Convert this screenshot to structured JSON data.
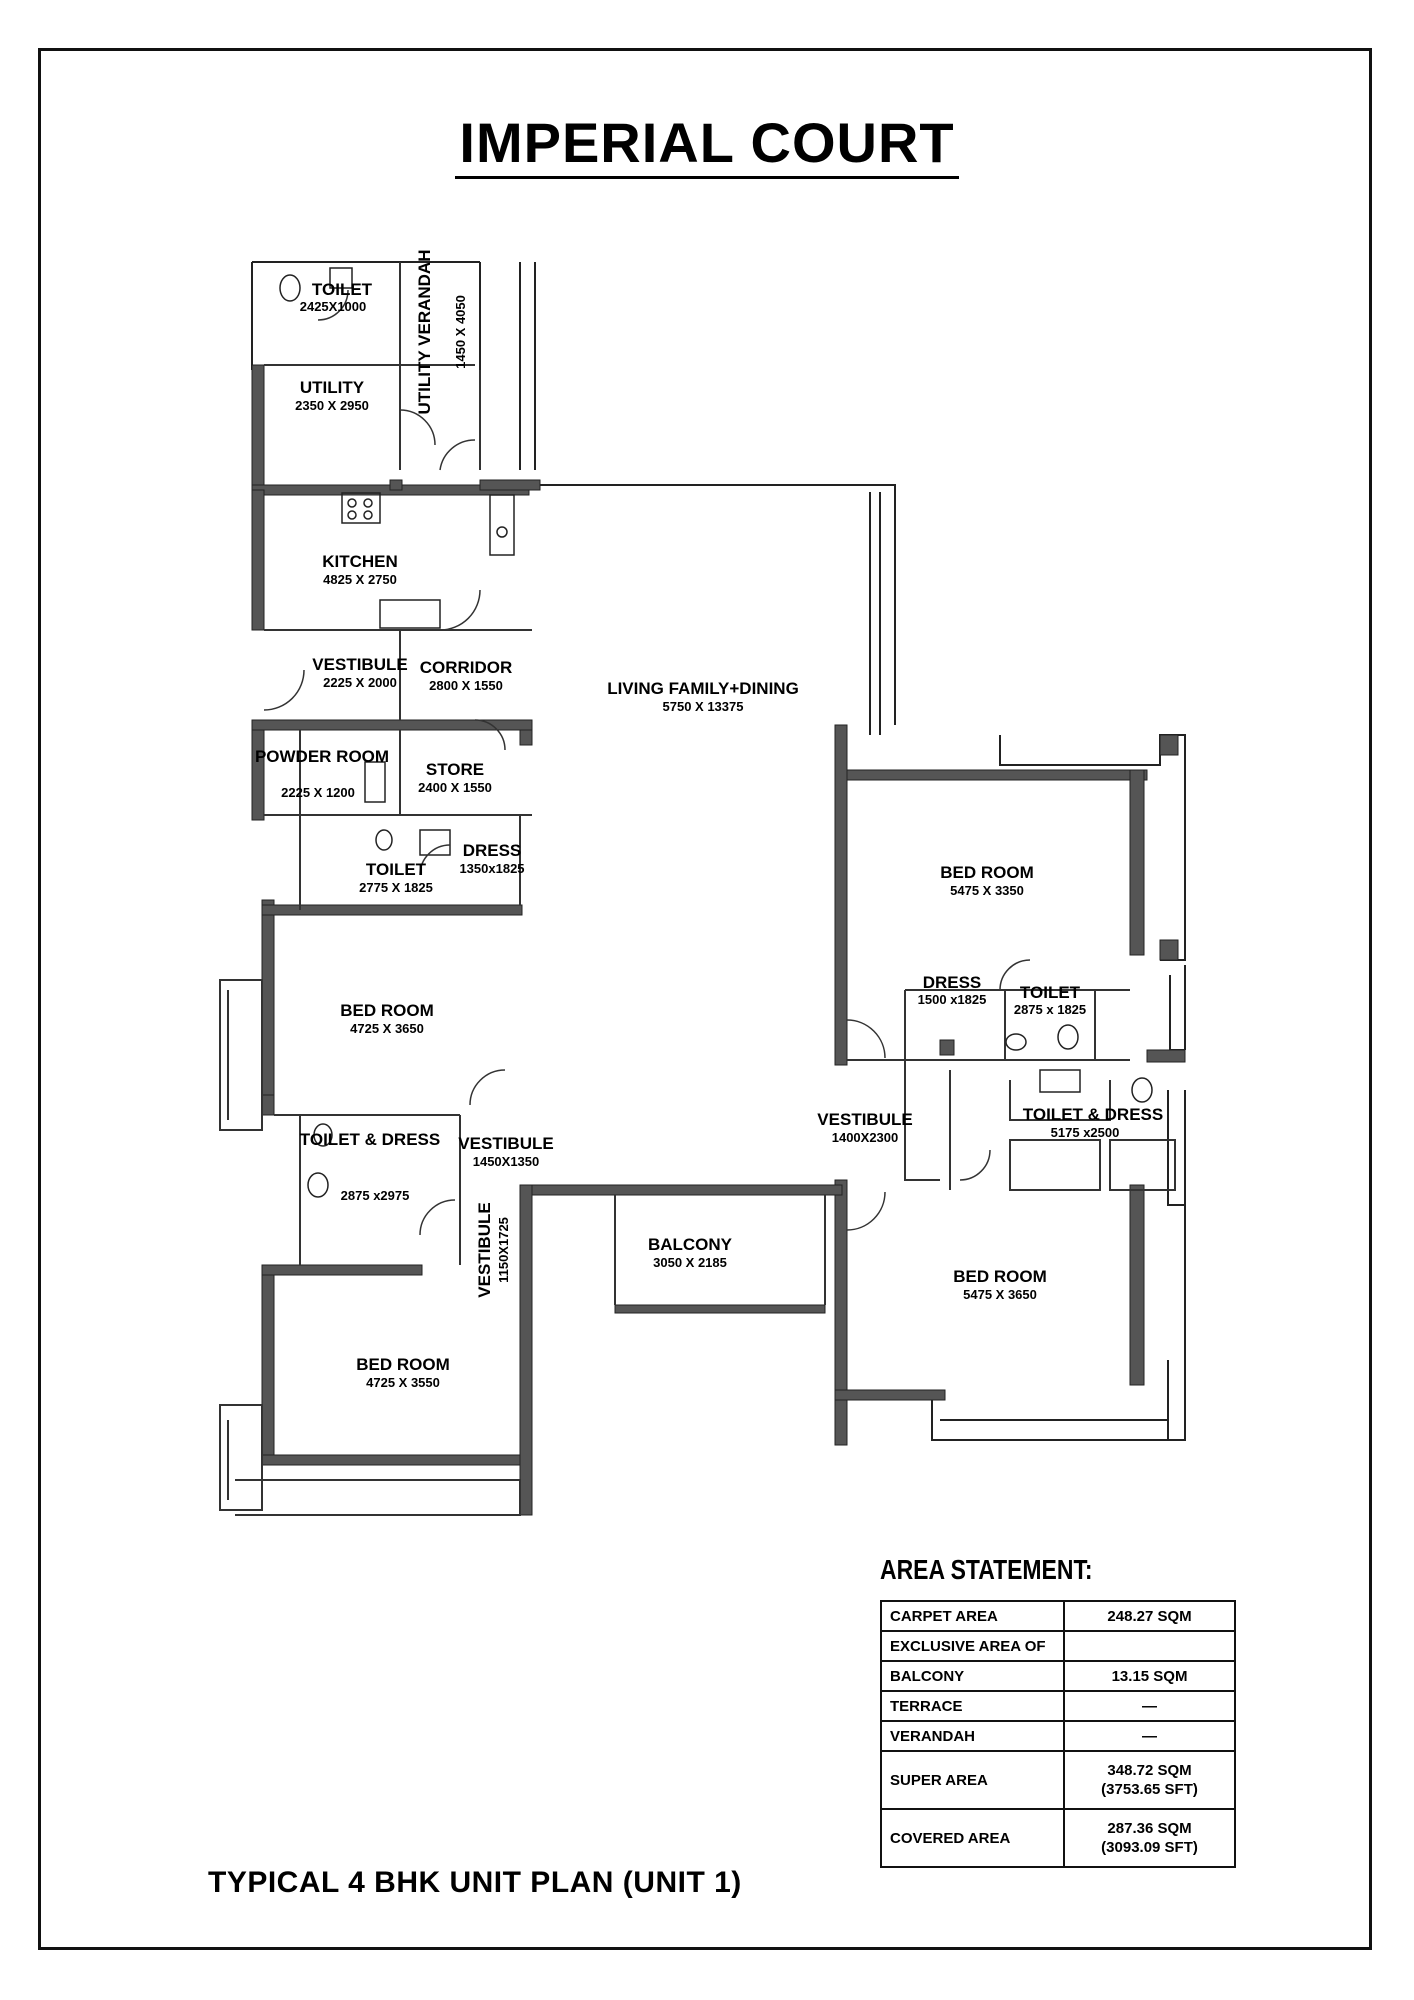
{
  "title": "IMPERIAL COURT",
  "subtitle": "TYPICAL 4 BHK UNIT PLAN (UNIT 1)",
  "rooms": {
    "toilet_top": {
      "name": "TOILET",
      "dim": "2425X1000"
    },
    "utility_verandah": {
      "name": "UTILITY VERANDAH",
      "dim": "1450 X 4050"
    },
    "utility": {
      "name": "UTILITY",
      "dim": "2350 X 2950"
    },
    "kitchen": {
      "name": "KITCHEN",
      "dim": "4825 X 2750"
    },
    "vestibule_1": {
      "name": "VESTIBULE",
      "dim": "2225 X 2000"
    },
    "corridor": {
      "name": "CORRIDOR",
      "dim": "2800 X 1550"
    },
    "living": {
      "name": "LIVING FAMILY+DINING",
      "dim": "5750 X 13375"
    },
    "powder_room": {
      "name": "POWDER ROOM",
      "dim": "2225 X 1200"
    },
    "store": {
      "name": "STORE",
      "dim": "2400 X 1550"
    },
    "toilet_left": {
      "name": "TOILET",
      "dim": "2775 X 1825"
    },
    "dress_left": {
      "name": "DRESS",
      "dim": "1350x1825"
    },
    "bedroom_left_1": {
      "name": "BED ROOM",
      "dim": "4725 X 3650"
    },
    "toilet_dress_left": {
      "name": "TOILET & DRESS",
      "dim": "2875 x2975"
    },
    "vestibule_2": {
      "name": "VESTIBULE",
      "dim": "1450X1350"
    },
    "vestibule_3": {
      "name": "VESTIBULE",
      "dim": "1150X1725"
    },
    "bedroom_left_2": {
      "name": "BED ROOM",
      "dim": "4725 X 3550"
    },
    "balcony": {
      "name": "BALCONY",
      "dim": "3050 X 2185"
    },
    "bedroom_right_1": {
      "name": "BED ROOM",
      "dim": "5475 X 3350"
    },
    "dress_right": {
      "name": "DRESS",
      "dim": "1500 x1825"
    },
    "toilet_right": {
      "name": "TOILET",
      "dim": "2875 x 1825"
    },
    "vestibule_4": {
      "name": "VESTIBULE",
      "dim": "1400X2300"
    },
    "toilet_dress_right": {
      "name": "TOILET & DRESS",
      "dim": "5175 x2500"
    },
    "bedroom_right_2": {
      "name": "BED ROOM",
      "dim": "5475 X 3650"
    }
  },
  "area_statement": {
    "heading": "AREA STATEMENT:",
    "rows": [
      {
        "label": "CARPET AREA",
        "value": "248.27 SQM"
      },
      {
        "label": "EXCLUSIVE AREA OF",
        "value": ""
      },
      {
        "label": "BALCONY",
        "value": "13.15 SQM"
      },
      {
        "label": "TERRACE",
        "value": "—"
      },
      {
        "label": "VERANDAH",
        "value": "—"
      },
      {
        "label": "SUPER AREA",
        "value": "348.72 SQM",
        "value2": "(3753.65 SFT)"
      },
      {
        "label": "COVERED AREA",
        "value": "287.36 SQM",
        "value2": "(3093.09 SFT)"
      }
    ]
  }
}
